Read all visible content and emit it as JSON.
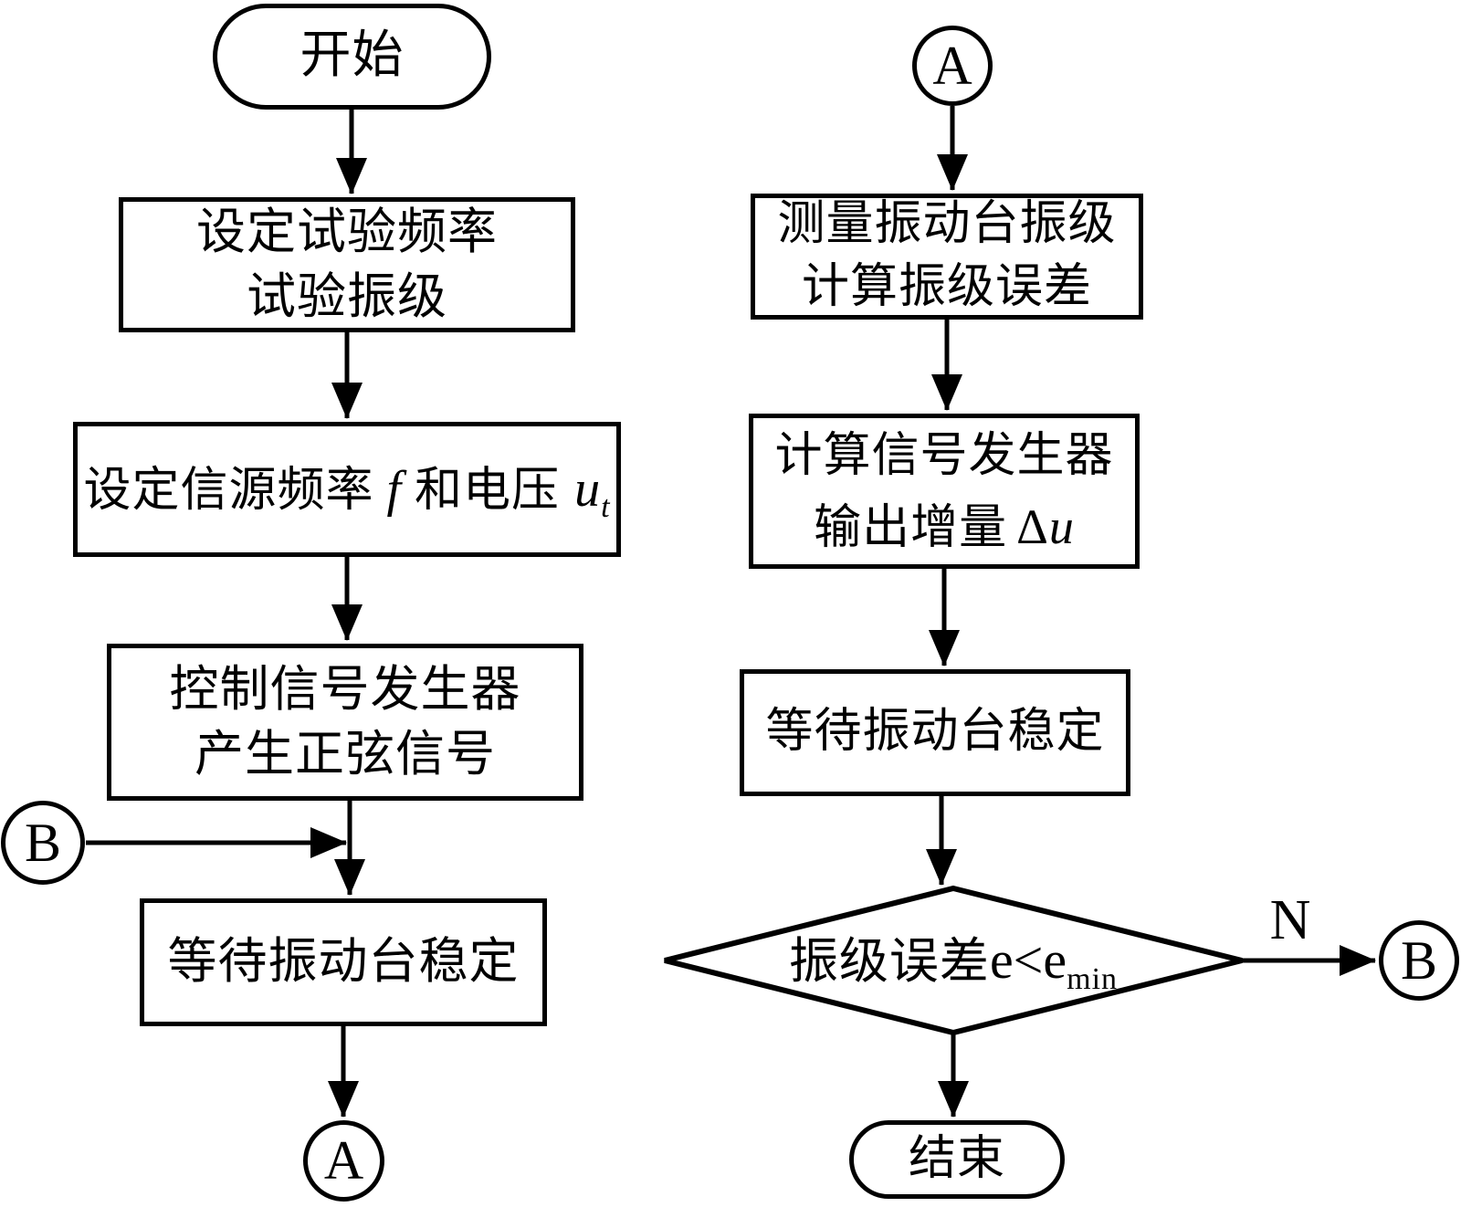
{
  "diagram": {
    "start_label": "开始",
    "left": {
      "box1_line1": "设定试验频率",
      "box1_line2": "试验振级",
      "box2_pre": "设定信源频率",
      "box2_f": "f",
      "box2_mid": "和电压",
      "box2_u": "u",
      "box2_usub": "t",
      "box3_line1": "控制信号发生器",
      "box3_line2": "产生正弦信号",
      "box4_label": "等待振动台稳定",
      "connector_b_label": "B",
      "connector_a_label": "A"
    },
    "right": {
      "connector_a_label": "A",
      "box1_line1": "测量振动台振级",
      "box1_line2": "计算振级误差",
      "box2_line1": "计算信号发生器",
      "box2_pre": "输出增量",
      "box2_delta": "Δ",
      "box2_u": "u",
      "box3_label": "等待振动台稳定",
      "decision_pre": "振级误差",
      "decision_expr": "e<e",
      "decision_sub": "min",
      "branch_n_label": "N",
      "connector_b_label": "B",
      "end_label": "结束"
    },
    "colors": {
      "stroke": "#000000",
      "background": "#ffffff"
    }
  }
}
